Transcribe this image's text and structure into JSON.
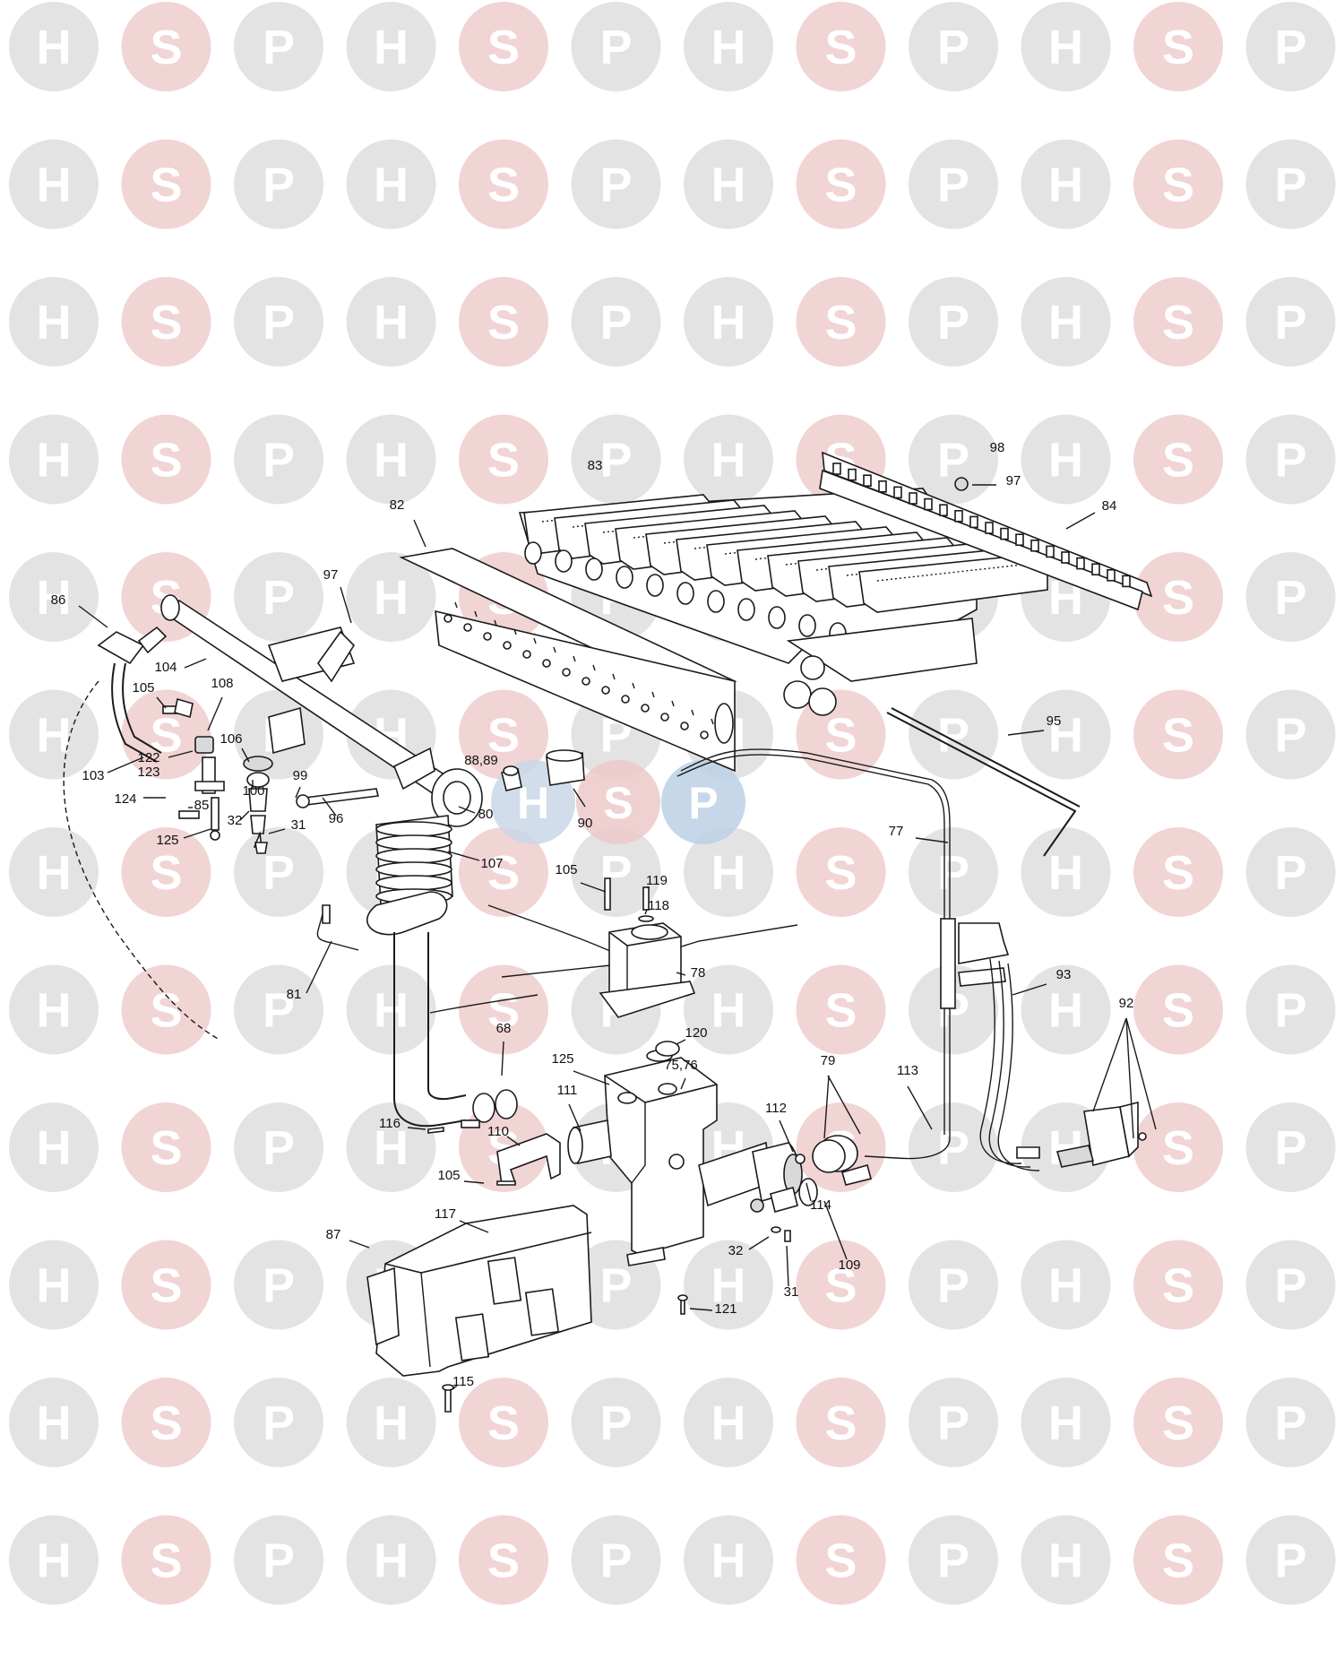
{
  "watermark": {
    "letters": [
      "H",
      "S",
      "P"
    ],
    "colors": {
      "H": "#e3e3e3",
      "S": "#f1d4d4",
      "P": "#e3e3e3",
      "text": "#ffffff"
    },
    "center_badge_colors": [
      "#c9d7e8",
      "#ecc9c9",
      "#bcd0e6"
    ]
  },
  "callouts": [
    "83",
    "98",
    "97",
    "84",
    "82",
    "97",
    "86",
    "104",
    "105",
    "108",
    "106",
    "103",
    "122",
    "123",
    "124",
    "85",
    "100",
    "99",
    "96",
    "125",
    "32",
    "31",
    "80",
    "107",
    "88,89",
    "90",
    "95",
    "77",
    "105",
    "119",
    "118",
    "78",
    "81",
    "68",
    "120",
    "125",
    "75,76",
    "79",
    "113",
    "93",
    "92",
    "111",
    "112",
    "116",
    "110",
    "105",
    "114",
    "117",
    "87",
    "32",
    "109",
    "31",
    "121",
    "115"
  ]
}
